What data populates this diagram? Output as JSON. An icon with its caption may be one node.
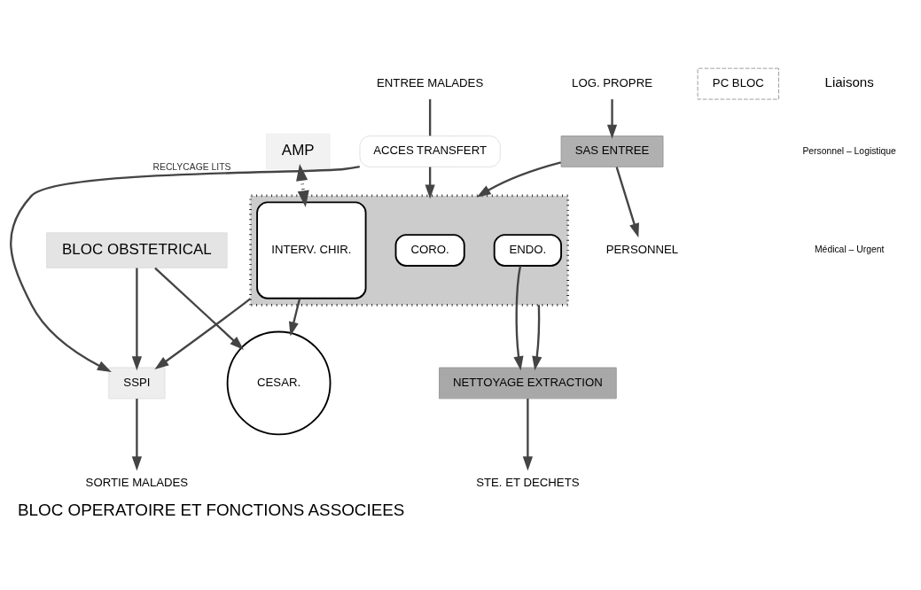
{
  "diagram": {
    "title": "BLOC OPERATOIRE ET FONCTIONS ASSOCIEES",
    "nodes": [
      {
        "text": [
          "SORTIE MALADES"
        ]
      },
      {
        "text": [
          "SSPI"
        ]
      },
      {
        "text": [
          "BLOC OBSTETRICAL"
        ]
      },
      {
        "text": [
          "AMP"
        ]
      },
      {
        "text": [],
        "shape": "box"
      },
      {
        "text": [
          "CORO."
        ],
        "in": 4
      },
      {
        "text": [
          "ENDO."
        ],
        "in": 4
      },
      {
        "text": [
          "INTERV. CHIR."
        ],
        "in": 4
      },
      {
        "text": [
          "CESAR."
        ]
      },
      {
        "text": [
          "ACCES TRANSFERT"
        ]
      },
      {
        "text": [
          "ENTREE MALADES"
        ]
      },
      {
        "text": [
          "PC BLOC"
        ]
      },
      {
        "text": [
          "SAS ENTREE"
        ]
      },
      {
        "text": [
          "NETTOYAGE EXTRACTION"
        ]
      },
      {
        "text": [
          "LOG. PROPRE"
        ]
      },
      {
        "text": [
          "PERSONNEL"
        ]
      },
      {
        "text": [
          "STE. ET DECHETS"
        ]
      }
    ],
    "edges": [
      {
        "from": 1,
        "to": 0,
        "arrow": "to"
      },
      {
        "from": 9,
        "to": 1,
        "arrow": "to",
        "label": "RECLYCAGE LITS"
      },
      {
        "from": 2,
        "to": 1,
        "arrow": "to"
      },
      {
        "from": 4,
        "to": 1,
        "arrow": "to"
      },
      {
        "from": 2,
        "to": 8,
        "arrow": "to"
      },
      {
        "from": 7,
        "to": 8,
        "arrow": "to"
      },
      {
        "from": 3,
        "to": 7,
        "arrow": "both",
        "style": "dashed"
      },
      {
        "from": 10,
        "to": 9,
        "arrow": "none"
      },
      {
        "from": 9,
        "to": 4,
        "arrow": "to"
      },
      {
        "from": 12,
        "to": 4,
        "arrow": "to"
      },
      {
        "from": 14,
        "to": 12,
        "arrow": "to"
      },
      {
        "from": 12,
        "to": 15,
        "arrow": "to"
      },
      {
        "from": 6,
        "to": 13,
        "arrow": "to"
      },
      {
        "from": 4,
        "to": 13,
        "arrow": "to"
      },
      {
        "from": 13,
        "to": 16,
        "arrow": "to"
      }
    ],
    "labels": [
      "Liaisons"
    ],
    "legend": [
      {
        "text": "Personnel – Logistique"
      },
      {
        "text": "Médical – Urgent"
      }
    ]
  }
}
